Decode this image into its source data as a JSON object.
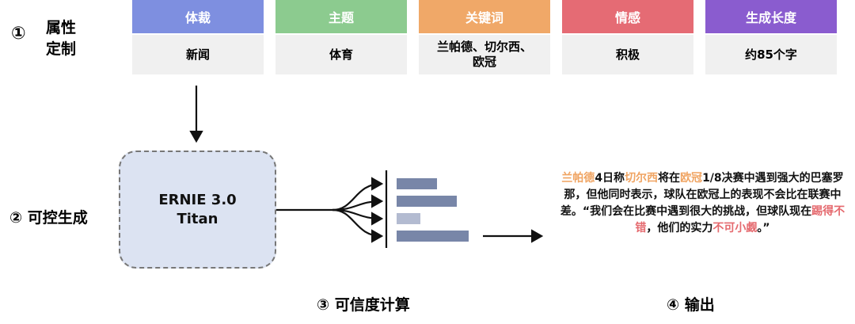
{
  "steps": {
    "s1_num": "①",
    "s1_line1": "属性",
    "s1_line2": "定制",
    "s2": "② 可控生成",
    "s3": "③ 可信度计算",
    "s4": "④  输出"
  },
  "attributes": [
    {
      "header": "体裁",
      "value": "新闻",
      "color": "#7e8fe0"
    },
    {
      "header": "主题",
      "value": "体育",
      "color": "#8ccb8f"
    },
    {
      "header": "关键词",
      "value_line1": "兰帕德、切尔西、",
      "value_line2": "欧冠",
      "color": "#f0a868"
    },
    {
      "header": "情感",
      "value": "积极",
      "color": "#e56b74"
    },
    {
      "header": "生成长度",
      "value": "约85个字",
      "color": "#8a5ccf"
    }
  ],
  "model": {
    "line1": "ERNIE 3.0",
    "line2": "Titan"
  },
  "scores": [
    0.56,
    0.83,
    0.33,
    1.0
  ],
  "colors": {
    "bar": "#7886a8",
    "bar_light": "#b3bbd1",
    "box_fill": "#dce3f2",
    "keyword": "#f0a462",
    "sentiment": "#e56a6f"
  },
  "output": {
    "k1": "兰帕德",
    "t1": "4日称",
    "k2": "切尔西",
    "t2": "将在",
    "k3": "欧冠",
    "t3": "1/8决赛中遇到强大的巴塞罗那，但他同时表示，球队在欧冠上的表现不会比在联赛中差。“我们会在比赛中遇到很大的挑战，但球队现在",
    "s1": "踢得不错",
    "t4": "，他们的实力",
    "s2": "不可小觑",
    "t5": "。”"
  }
}
